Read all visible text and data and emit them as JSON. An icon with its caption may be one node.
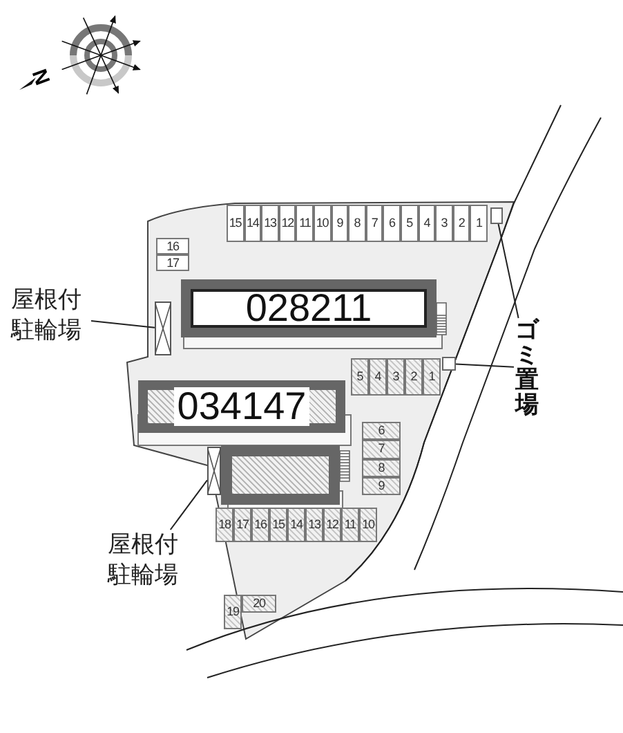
{
  "diagram": {
    "nodes": [
      {
        "text": [
          "15"
        ]
      },
      {
        "text": [
          "14"
        ]
      },
      {
        "text": [
          "13"
        ]
      },
      {
        "text": [
          "12"
        ]
      },
      {
        "text": [
          "11"
        ]
      },
      {
        "text": [
          "10"
        ]
      },
      {
        "text": [
          "9"
        ]
      },
      {
        "text": [
          "8"
        ]
      },
      {
        "text": [
          "7"
        ]
      },
      {
        "text": [
          "6"
        ]
      },
      {
        "text": [
          "5"
        ]
      },
      {
        "text": [
          "4"
        ]
      },
      {
        "text": [
          "3"
        ]
      },
      {
        "text": [
          "2"
        ]
      },
      {
        "text": [
          "1"
        ]
      },
      {
        "text": [],
        "shape": "box"
      },
      {
        "text": [
          "16"
        ]
      },
      {
        "text": [
          "17"
        ]
      },
      {
        "text": [
          "屋根付駐輪場"
        ]
      },
      {
        "text": [],
        "shape": "box"
      },
      {
        "text": [
          "028211"
        ]
      },
      {
        "text": [
          "ゴミ置場"
        ]
      },
      {
        "text": [
          "5"
        ]
      },
      {
        "text": [
          "4"
        ]
      },
      {
        "text": [
          "3"
        ]
      },
      {
        "text": [
          "2"
        ]
      },
      {
        "text": [
          "1"
        ]
      },
      {
        "text": [],
        "shape": "box"
      },
      {
        "text": [
          "034147"
        ]
      },
      {
        "text": [
          "6"
        ]
      },
      {
        "text": [
          "7"
        ]
      },
      {
        "text": [
          "8"
        ]
      },
      {
        "text": [
          "9"
        ]
      },
      {
        "text": [],
        "shape": "box"
      },
      {
        "text": [],
        "shape": "box"
      },
      {
        "text": [
          "18"
        ]
      },
      {
        "text": [
          "17"
        ]
      },
      {
        "text": [
          "16"
        ]
      },
      {
        "text": [
          "15"
        ]
      },
      {
        "text": [
          "14"
        ]
      },
      {
        "text": [
          "13"
        ]
      },
      {
        "text": [
          "12"
        ]
      },
      {
        "text": [
          "11"
        ]
      },
      {
        "text": [
          "10"
        ]
      },
      {
        "text": [
          "屋根付駐輪場"
        ]
      },
      {
        "text": [
          "19"
        ]
      },
      {
        "text": [
          "20"
        ]
      }
    ],
    "edges": [
      {
        "from": 18,
        "to": 19,
        "arrow": "none"
      },
      {
        "from": 21,
        "to": 15,
        "arrow": "none"
      },
      {
        "from": 21,
        "to": 27,
        "arrow": "none"
      },
      {
        "from": 44,
        "to": 33,
        "arrow": "none"
      }
    ],
    "labels": [
      "N"
    ]
  }
}
